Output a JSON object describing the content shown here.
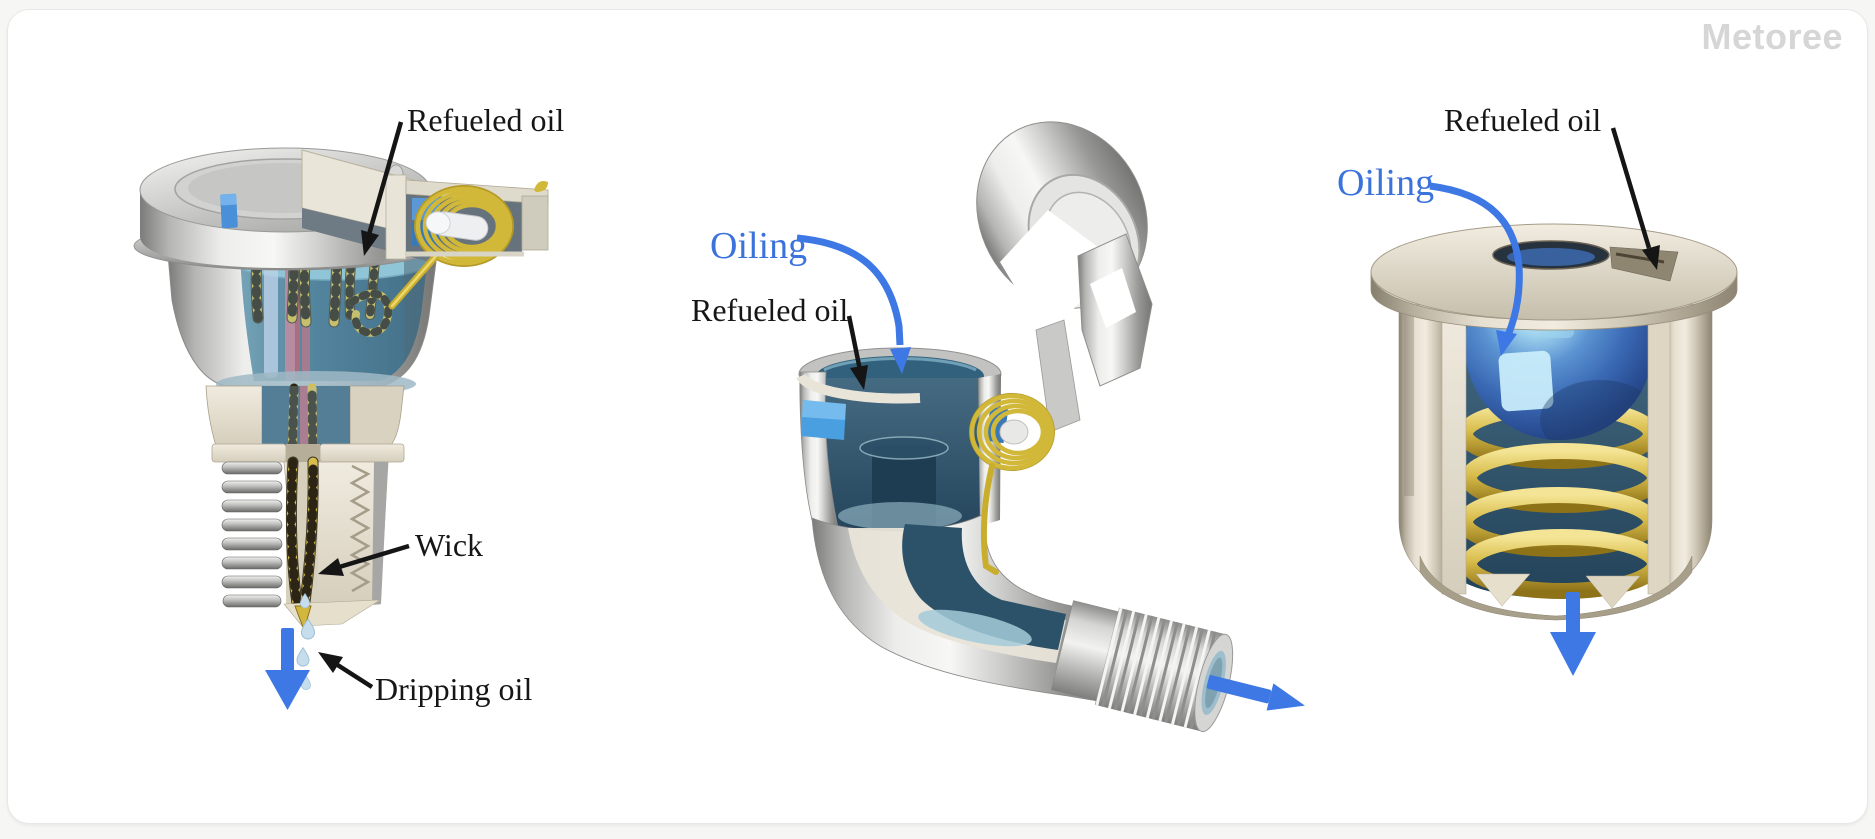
{
  "watermark": {
    "text": "Metoree"
  },
  "figures": [
    {
      "name": "wick-feed oil cup (cutaway)",
      "labels": {
        "refueled_oil": "Refueled oil",
        "wick": "Wick",
        "dripping_oil": "Dripping oil"
      }
    },
    {
      "name": "hinged-lid elbow oil cup (cutaway)",
      "labels": {
        "oiling": "Oiling",
        "refueled_oil": "Refueled oil"
      }
    },
    {
      "name": "ball-valve oil cup (cutaway)",
      "labels": {
        "oiling": "Oiling",
        "refueled_oil": "Refueled oil"
      }
    }
  ],
  "colors": {
    "label_black": "#161616",
    "label_blue": "#3b72dc",
    "arrow_blue": "#3d78e4",
    "metal_gray": "#c9c9c7",
    "shell_beige": "#cfc8b6",
    "oil_teal": "#2e5a74",
    "spring_gold": "#d4b83a",
    "oil_drop": "#c6ddeb",
    "watermark_gray": "#d6d6d6"
  }
}
